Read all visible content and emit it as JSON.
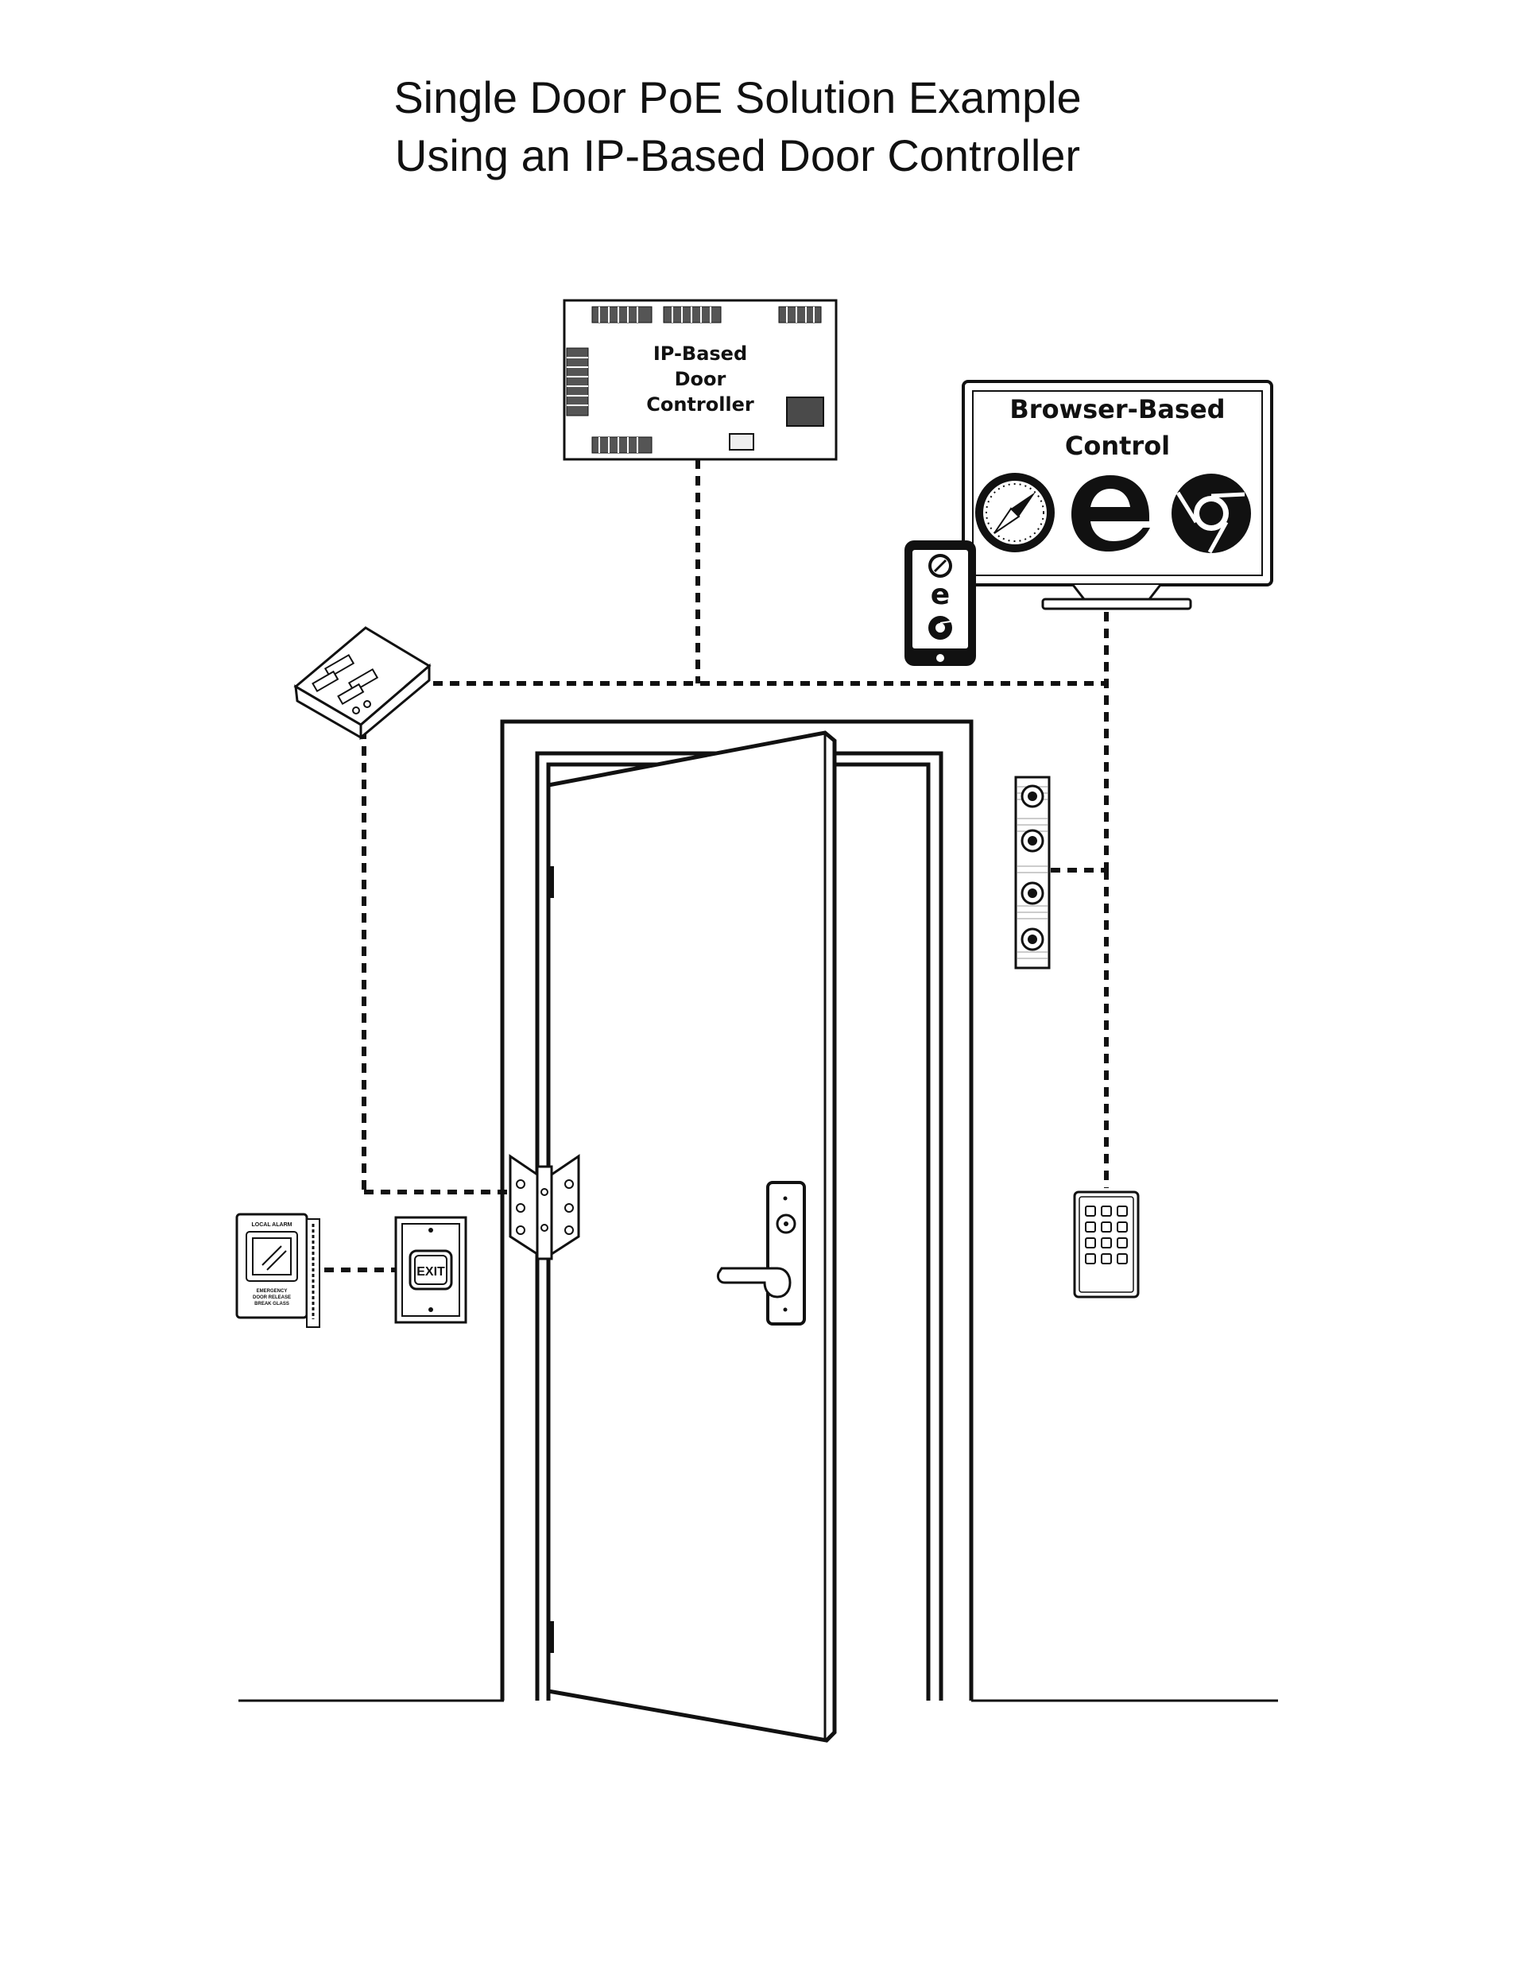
{
  "title": {
    "line1": "Single Door PoE Solution Example",
    "line2": "Using an IP-Based Door Controller"
  },
  "controller": {
    "label_line1": "IP-Based",
    "label_line2": "Door",
    "label_line3": "Controller"
  },
  "monitor": {
    "label_line1": "Browser-Based",
    "label_line2": "Control",
    "browser_icons": [
      "safari-icon",
      "edge-icon",
      "chrome-icon"
    ]
  },
  "phone": {
    "browser_icons": [
      "safari-icon",
      "edge-icon",
      "chrome-icon"
    ]
  },
  "exit_button": {
    "label": "EXIT"
  },
  "alarm_station": {
    "header": "LOCAL ALARM",
    "footer_line1": "EMERGENCY",
    "footer_line2": "DOOR RELEASE",
    "footer_line3": "BREAK GLASS"
  },
  "colors": {
    "line": "#111111",
    "panel_dark": "#444444",
    "background": "#ffffff"
  }
}
